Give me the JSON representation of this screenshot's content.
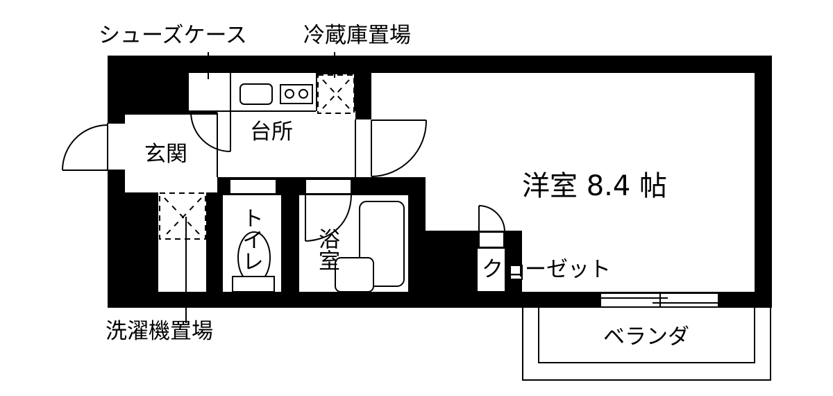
{
  "floorplan": {
    "callouts": {
      "shoe_case": "シューズケース",
      "fridge_space": "冷蔵庫置場",
      "washer_space": "洗濯機置場"
    },
    "rooms": {
      "kitchen": "台所",
      "entrance": "玄関",
      "toilet": "トイレ",
      "bathroom": "浴室",
      "western_room": "洋室 8.4 帖",
      "closet": "クローゼット",
      "balcony": "ベランダ"
    }
  }
}
